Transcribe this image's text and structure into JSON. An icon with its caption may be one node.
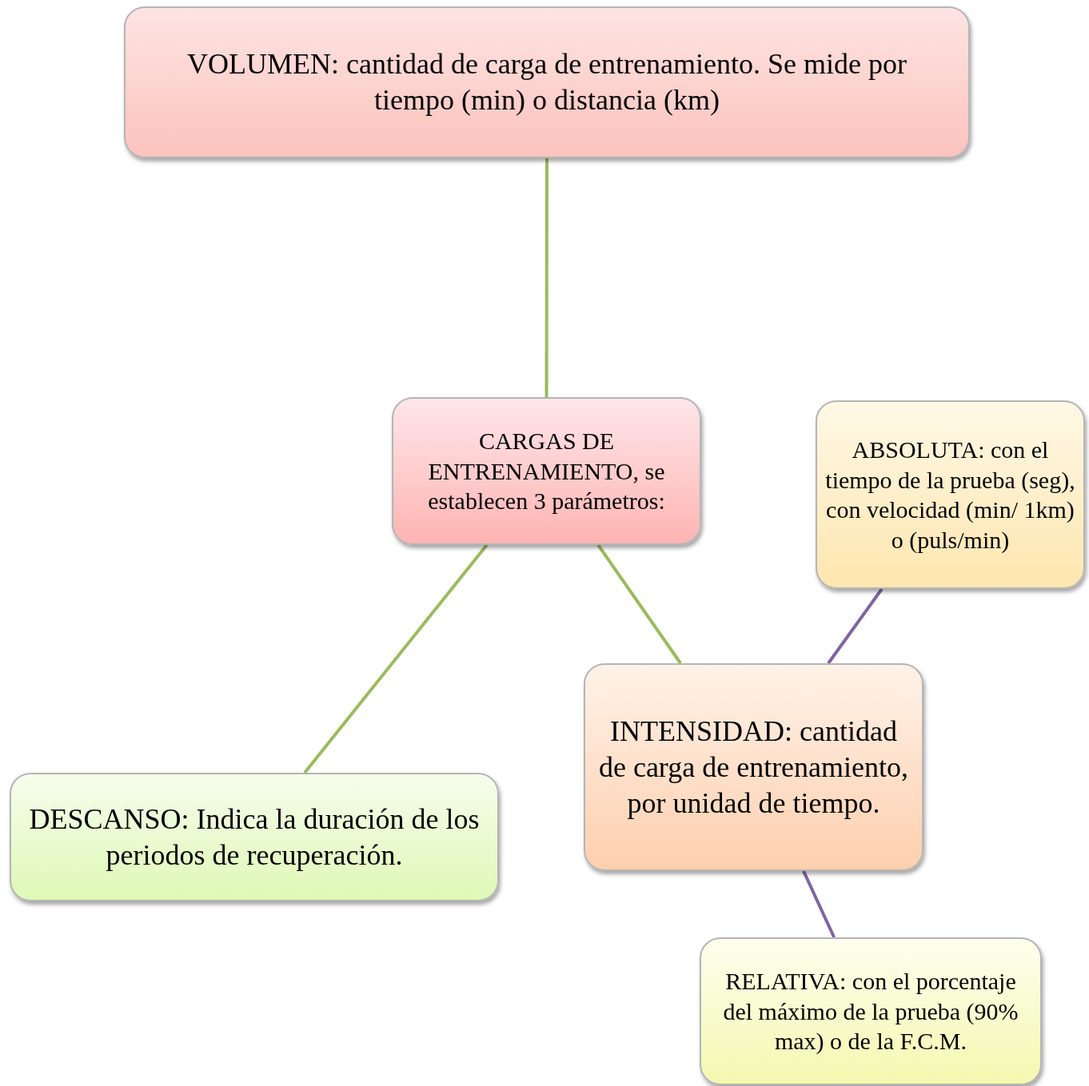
{
  "diagram": {
    "nodes": [
      {
        "text": [
          "VOLUMEN: cantidad de carga de entrenamiento. Se mide por tiempo (min) o distancia (km)"
        ]
      },
      {
        "text": [
          "CARGAS DE ENTRENAMIENTO, se establecen 3 parámetros:"
        ]
      },
      {
        "text": [
          "ABSOLUTA: con el tiempo de la prueba (seg), con velocidad (min/ 1km) o (puls/min)"
        ]
      },
      {
        "text": [
          "INTENSIDAD: cantidad de carga de entrenamiento, por unidad de tiempo."
        ]
      },
      {
        "text": [
          "DESCANSO: Indica la duración de los periodos de recuperación."
        ]
      },
      {
        "text": [
          "RELATIVA: con el porcentaje del máximo de la prueba (90% max) o de la F.C.M."
        ]
      }
    ],
    "edges": [
      {
        "from": 0,
        "to": 1,
        "arrow": "none"
      },
      {
        "from": 1,
        "to": 4,
        "arrow": "none"
      },
      {
        "from": 1,
        "to": 3,
        "arrow": "none"
      },
      {
        "from": 3,
        "to": 2,
        "arrow": "none",
        "color": "#8064a2"
      },
      {
        "from": 3,
        "to": 5,
        "arrow": "none",
        "color": "#8064a2"
      }
    ]
  }
}
